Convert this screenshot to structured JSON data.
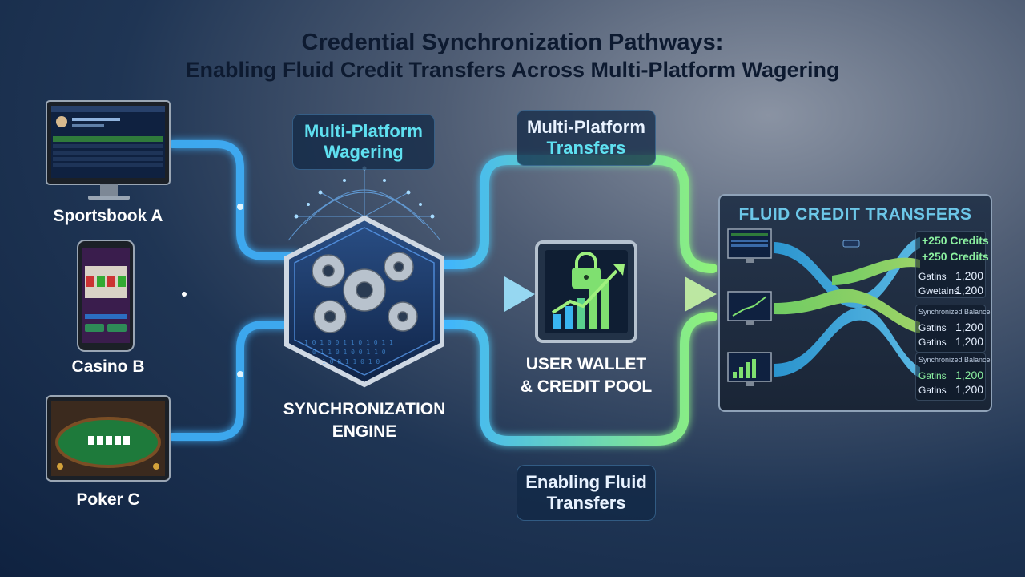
{
  "title": {
    "line1": "Credential Synchronization Pathways:",
    "line2": "Enabling Fluid Credit Transfers Across Multi-Platform Wagering"
  },
  "devices": [
    {
      "label": "Sportsbook A",
      "icon": "desktop-monitor-icon"
    },
    {
      "label": "Casino B",
      "icon": "smartphone-icon"
    },
    {
      "label": "Poker C",
      "icon": "tablet-icon"
    }
  ],
  "pills": {
    "wagering": {
      "line1": "Multi-Platform",
      "line2": "Wagering"
    },
    "transfers_top": {
      "line1": "Multi-Platform",
      "line2": "Transfers"
    },
    "transfers_bottom": {
      "line1": "Enabling Fluid",
      "line2": "Transfers"
    }
  },
  "engine": {
    "line1": "SYNCHRONIZATION",
    "line2": "ENGINE",
    "icon": "gears-icon"
  },
  "wallet": {
    "line1": "USER WALLET",
    "line2": "& CREDIT POOL",
    "icon": "lock-growth-chart-icon"
  },
  "panel": {
    "title": "FLUID CREDIT TRANSFERS",
    "credits_1": "+250 Credits",
    "credits_2": "+250 Credits",
    "rows": [
      {
        "label": "Gatins",
        "value": "1,200"
      },
      {
        "label": "Gwetains",
        "value": "1,200"
      }
    ],
    "group2_head": "Synchronized Balance",
    "group2_rows": [
      {
        "label": "Gatins",
        "value": "1,200"
      },
      {
        "label": "Gatins",
        "value": "1,200"
      }
    ],
    "group3_head": "Synchronized Balance",
    "group3_rows": [
      {
        "label": "Gatins",
        "value": "1,200"
      },
      {
        "label": "Gatins",
        "value": "1,200"
      }
    ]
  },
  "colors": {
    "blue_flow": "#3fb4ff",
    "green_flow": "#7ff06a",
    "cyan_text": "#5fe0f0",
    "dark_text": "#0d1a30"
  }
}
